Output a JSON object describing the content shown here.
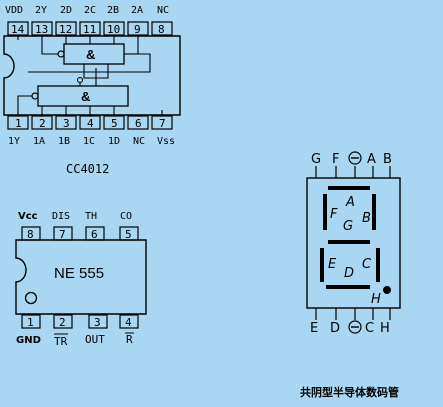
{
  "cc4012": {
    "top_pins": [
      "V<sub>DD</sub>"
    ],
    "top_labels": [
      "VDD",
      "2Y",
      "2D",
      "2C",
      "2B",
      "2A",
      "NC"
    ],
    "top_numbers": [
      "14",
      "13",
      "12",
      "11",
      "10",
      "9",
      "8"
    ],
    "bottom_labels": [
      "1Y",
      "1A",
      "1B",
      "1C",
      "1D",
      "NC",
      "Vss"
    ],
    "bottom_numbers": [
      "1",
      "2",
      "3",
      "4",
      "5",
      "6",
      "7"
    ],
    "gate_symbol": "&",
    "name": "CC4012"
  },
  "ne555": {
    "top_labels": [
      "Vcc",
      "DIS",
      "TH",
      "CO"
    ],
    "top_numbers": [
      "8",
      "7",
      "6",
      "5"
    ],
    "bottom_labels": [
      "GND",
      "TR",
      "OUT",
      "R"
    ],
    "bottom_numbers": [
      "1",
      "2",
      "3",
      "4"
    ],
    "name": "NE 555"
  },
  "seven_segment": {
    "top_labels": [
      "G",
      "F",
      "A",
      "B"
    ],
    "bottom_labels": [
      "E",
      "D",
      "C",
      "H"
    ],
    "segment_labels": [
      "A",
      "F",
      "G",
      "B",
      "E",
      "D",
      "C",
      "H"
    ],
    "caption": "共阴型半导体数码管"
  }
}
